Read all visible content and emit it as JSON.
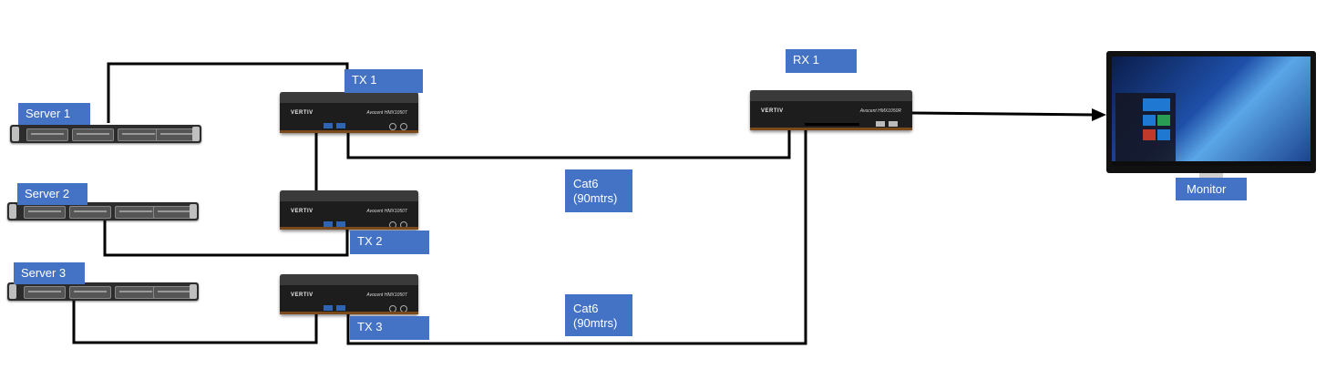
{
  "labels": {
    "server1": "Server 1",
    "server2": "Server 2",
    "server3": "Server 3",
    "tx1": "TX 1",
    "tx2": "TX 2",
    "tx3": "TX 3",
    "rx1": "RX 1",
    "cable_upper": "Cat6\n(90mtrs)",
    "cable_lower": "Cat6\n(90mtrs)",
    "monitor": "Monitor"
  },
  "device_text": {
    "brand": "VERTIV",
    "tx_model": "Avocent HMX1050T",
    "rx_model": "Avocent HMX1050R"
  },
  "colors": {
    "label_bg": "#4472C4",
    "label_text": "#FFFFFF",
    "wire": "#000000"
  },
  "icons": {
    "server": "rack-server-icon",
    "transmitter": "kvm-transmitter-icon",
    "receiver": "kvm-receiver-icon",
    "monitor": "monitor-icon"
  }
}
